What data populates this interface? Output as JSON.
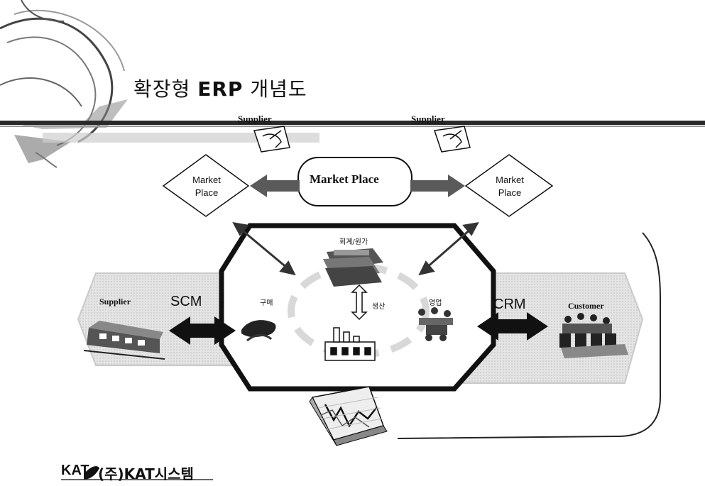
{
  "slide": {
    "title_prefix": "확장형",
    "title_bold": "ERP",
    "title_suffix": "개념도"
  },
  "diagram": {
    "supplier_left_top": "Supplier",
    "supplier_right_top": "Supplier",
    "market_place_center": "Market Place",
    "market_place_left_line1": "Market",
    "market_place_left_line2": "Place",
    "market_place_right_line1": "Market",
    "market_place_right_line2": "Place",
    "accounting_cost": "회계/원가",
    "purchasing": "구매",
    "production": "생산",
    "sales": "영업",
    "supplier_left": "Supplier",
    "scm": "SCM",
    "crm": "CRM",
    "customer": "Customer"
  },
  "footer": {
    "brand": "KAT",
    "company": "(주)KAT시스템"
  },
  "colors": {
    "outline": "#111111",
    "arrow_gray": "#5a5a5a",
    "panel_gray": "#d6d6d6",
    "light_gray": "#e6e6e6"
  }
}
